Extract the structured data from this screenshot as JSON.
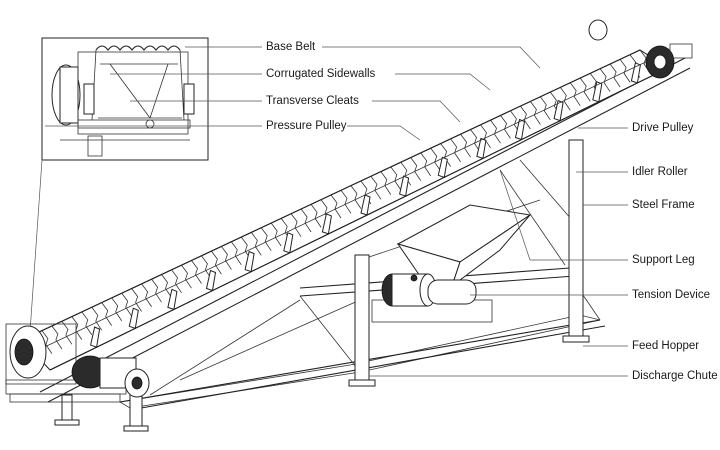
{
  "labels_left": [
    {
      "id": "base-belt",
      "text": "Base Belt"
    },
    {
      "id": "corrugated-sidewalls",
      "text": "Corrugated Sidewalls"
    },
    {
      "id": "transverse-cleats",
      "text": "Transverse Cleats"
    },
    {
      "id": "pressure-pulley",
      "text": "Pressure Pulley"
    }
  ],
  "labels_right": [
    {
      "id": "drive-pulley",
      "text": "Drive Pulley"
    },
    {
      "id": "idler-roller",
      "text": "Idler Roller"
    },
    {
      "id": "steel-frame",
      "text": "Steel Frame"
    },
    {
      "id": "support-leg",
      "text": "Support Leg"
    },
    {
      "id": "tension-device",
      "text": "Tension Device"
    },
    {
      "id": "feed-hopper",
      "text": "Feed Hopper"
    },
    {
      "id": "discharge-chute",
      "text": "Discharge Chute"
    }
  ]
}
